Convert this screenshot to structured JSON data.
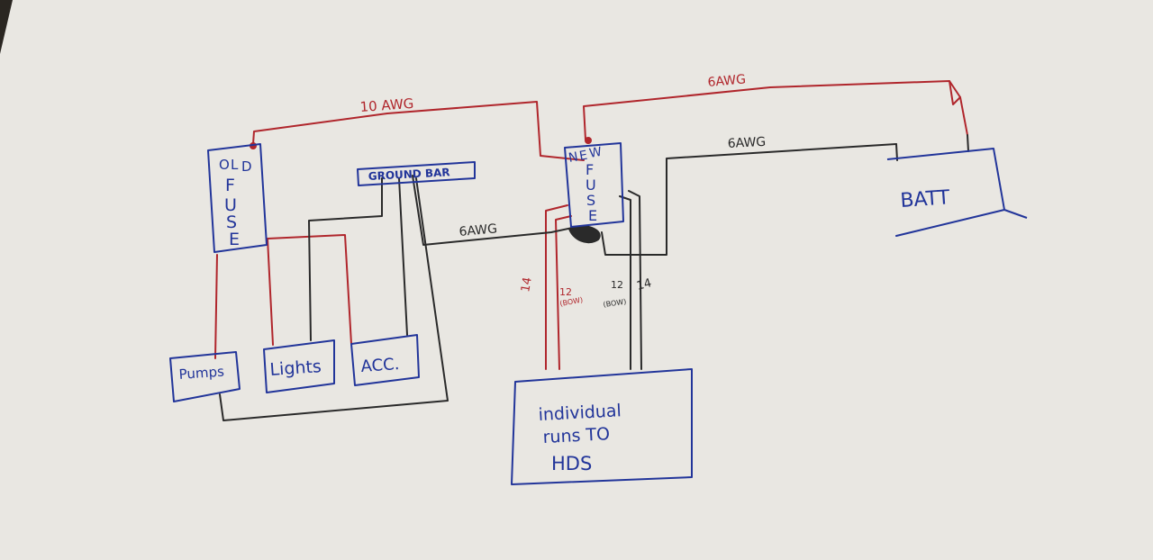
{
  "colors": {
    "paper": "#e9e7e2",
    "red_wire": "#b0262c",
    "black_wire": "#2a2a2a",
    "blue_ink": "#22359a",
    "backdrop": "#2a2621"
  },
  "components": {
    "old_fuse": "OLD FUSE",
    "old_fuse_letters": [
      "O",
      "L",
      "D",
      "F",
      "U",
      "S",
      "E"
    ],
    "new_fuse_letters": [
      "N",
      "E",
      "W",
      "F",
      "U",
      "S",
      "E"
    ],
    "ground_bar": "GROUND BAR",
    "batt": "BATT",
    "pumps": "Pumps",
    "lights": "Lights",
    "acc": "ACC.",
    "hds_line1": "individual",
    "hds_line2": "runs TO",
    "hds_line3": "HDS"
  },
  "wire_labels": {
    "red_10awg": "10 AWG",
    "red_6awg": "6AWG",
    "black_6awg_batt": "6AWG",
    "black_6awg_ground": "6AWG",
    "red_14": "14",
    "red_12": "12",
    "red_12_note": "(BOW)",
    "black_12": "12",
    "black_12_note": "(BOW)",
    "black_14": "14"
  }
}
